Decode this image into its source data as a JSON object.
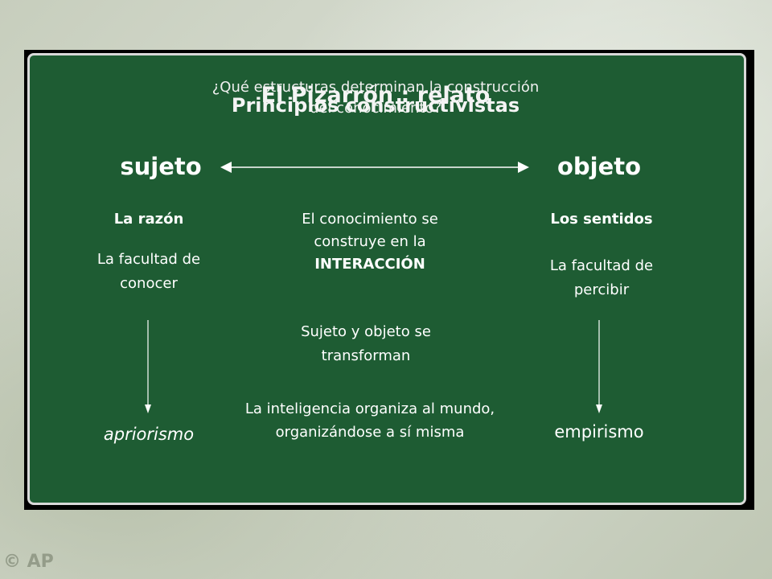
{
  "slide": {
    "title_overlay": [
      "¿Qué estructuras determinan la construcción del conocimiento?",
      "El Pizarrón : relato",
      "Principios constructivistas"
    ],
    "left": {
      "heading": "sujeto",
      "sub": "La razón",
      "desc": "La facultad de conocer",
      "result": "apriorismo"
    },
    "right": {
      "heading": "objeto",
      "sub": "Los sentidos",
      "desc": "La facultad de percibir",
      "result": "empirismo"
    },
    "center": {
      "p1_line1": "El conocimiento se construye en la",
      "p1_bold": "INTERACCIÓN",
      "p2": "Sujeto y objeto se transforman",
      "p3": "La inteligencia organiza al mundo, organizándose a sí misma"
    },
    "watermark": "© AP"
  },
  "colors": {
    "board": "#1e5c33",
    "board_border": "#d9d9d9",
    "text": "#ffffff"
  }
}
